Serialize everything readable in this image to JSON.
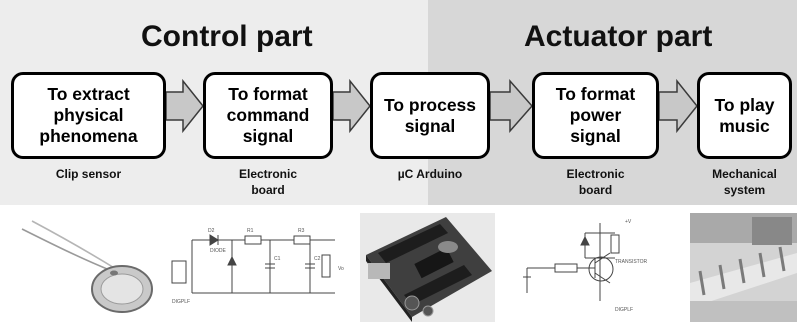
{
  "sections": {
    "control": "Control part",
    "actuator": "Actuator part"
  },
  "steps": [
    {
      "text": "To extract\nphysical\nphenomena",
      "label": "Clip sensor"
    },
    {
      "text": "To format\ncommand\nsignal",
      "label": "Electronic\nboard"
    },
    {
      "text": "To process\nsignal",
      "label": "µC Arduino"
    },
    {
      "text": "To format\npower\nsignal",
      "label": "Electronic\nboard"
    },
    {
      "text": "To play\nmusic",
      "label": "Mechanical\nsystem"
    }
  ],
  "images": [
    {
      "icon": "piezo-clip-sensor-photo"
    },
    {
      "icon": "command-circuit-schematic",
      "texts": [
        "D2",
        "DIODE",
        "R1",
        "C1",
        "C2",
        "R3",
        "Vo",
        "DIGPLF"
      ]
    },
    {
      "icon": "arduino-board-photo"
    },
    {
      "icon": "power-circuit-schematic",
      "texts": [
        "+V",
        "TRANSISTOR",
        "DIGPLF"
      ]
    },
    {
      "icon": "xylophone-mechanism-photo"
    }
  ],
  "colors": {
    "control_band": "#ededed",
    "actuator_band": "#d7d7d7",
    "arrow_fill": "#c8c8c8"
  }
}
